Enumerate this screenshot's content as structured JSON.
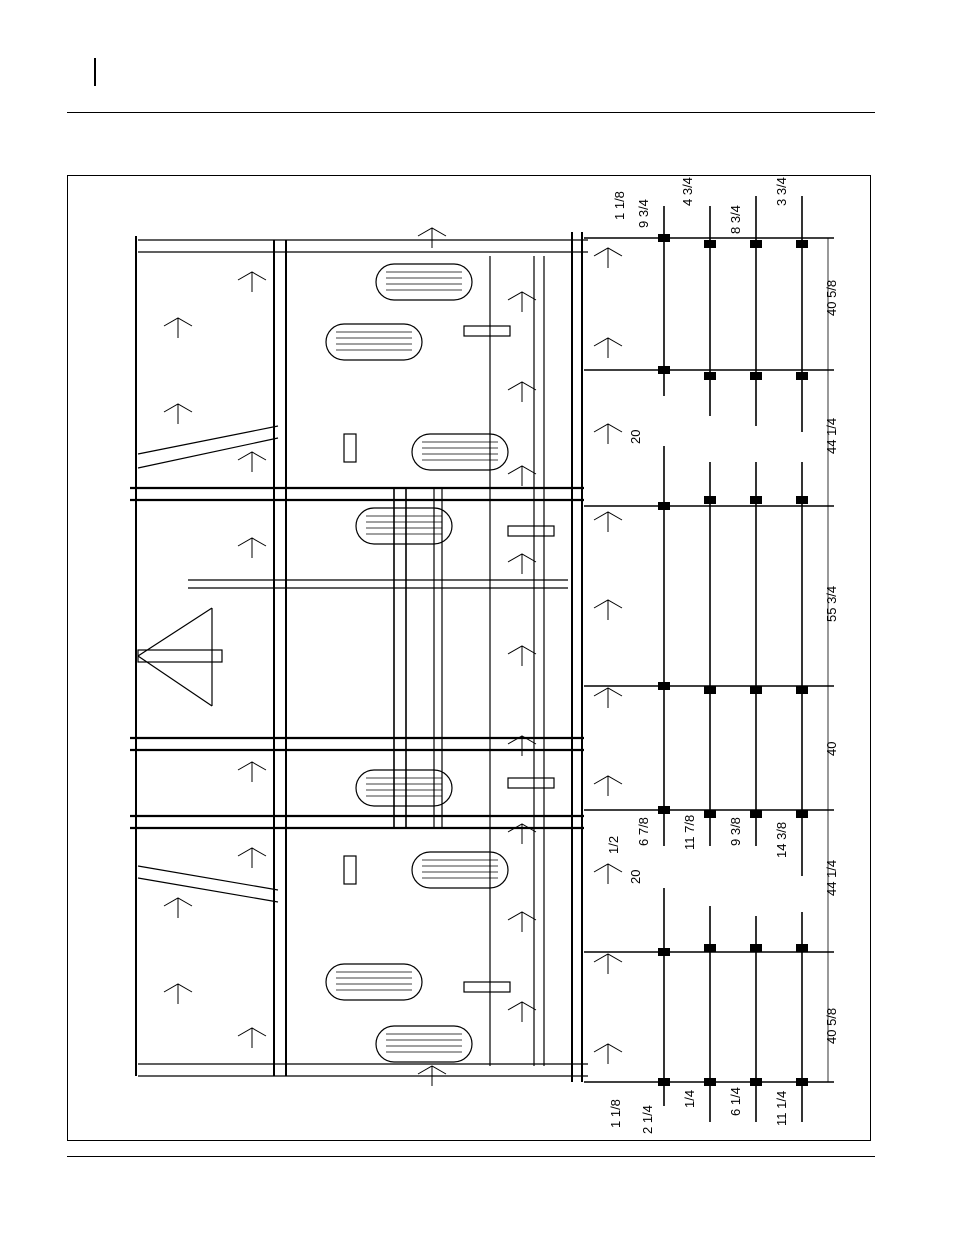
{
  "dimensions": {
    "top_offsets": [
      {
        "whole": "1",
        "frac": "1/8",
        "label": "1 1/8"
      },
      {
        "whole": "9",
        "frac": "3/4",
        "label": "9 3/4"
      },
      {
        "whole": "4",
        "frac": "3/4",
        "label": "4 3/4"
      },
      {
        "whole": "8",
        "frac": "3/4",
        "label": "8 3/4"
      },
      {
        "whole": "3",
        "frac": "3/4",
        "label": "3 3/4"
      }
    ],
    "mid_offsets": [
      {
        "whole": "",
        "frac": "1/2",
        "label": "1/2"
      },
      {
        "whole": "6",
        "frac": "7/8",
        "label": "6 7/8"
      },
      {
        "whole": "11",
        "frac": "7/8",
        "label": "11 7/8"
      },
      {
        "whole": "9",
        "frac": "3/8",
        "label": "9 3/8"
      },
      {
        "whole": "14",
        "frac": "3/8",
        "label": "14 3/8"
      }
    ],
    "bottom_offsets": [
      {
        "whole": "1",
        "frac": "1/8",
        "label": "1 1/8"
      },
      {
        "whole": "2",
        "frac": "1/4",
        "label": "2 1/4"
      },
      {
        "whole": "",
        "frac": "1/4",
        "label": "1/4"
      },
      {
        "whole": "6",
        "frac": "1/4",
        "label": "6 1/4"
      },
      {
        "whole": "11",
        "frac": "1/4",
        "label": "11 1/4"
      }
    ],
    "gaps": [
      {
        "label": "20"
      },
      {
        "label": "20"
      }
    ],
    "spans": [
      {
        "whole": "40",
        "frac": "5/8",
        "label": "40 5/8"
      },
      {
        "whole": "44",
        "frac": "1/4",
        "label": "44 1/4"
      },
      {
        "whole": "55",
        "frac": "3/4",
        "label": "55 3/4"
      },
      {
        "whole": "40",
        "frac": "",
        "label": "40"
      },
      {
        "whole": "44",
        "frac": "1/4",
        "label": "44 1/4"
      },
      {
        "whole": "40",
        "frac": "5/8",
        "label": "40 5/8"
      }
    ]
  }
}
